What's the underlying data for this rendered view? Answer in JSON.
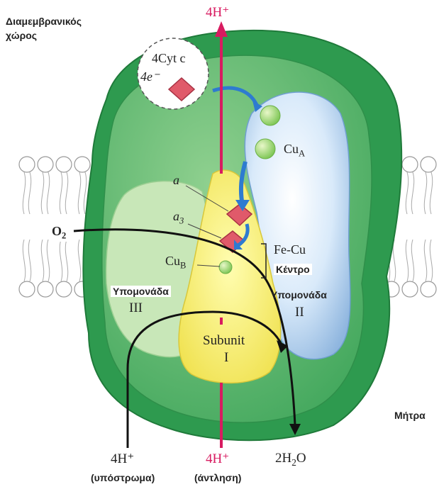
{
  "labels": {
    "intermembrane_space": [
      "Διαμεμβρανικός",
      "χώρος"
    ],
    "matrix": "Μήτρα",
    "top_protons": "4H⁺",
    "cyt_c": "4Cyt c",
    "electrons": "4e⁻",
    "cua": "Cu",
    "cua_sub": "A",
    "a": "a",
    "a3": "a",
    "a3_sub": "3",
    "o2": "O",
    "o2_sub": "2",
    "cub": "Cu",
    "cub_sub": "B",
    "fecu": "Fe-Cu",
    "center": "Κέντρο",
    "subunit3_word": "Υπομονάδα",
    "subunit3_num": "III",
    "subunit2_word": "Υπομονάδα",
    "subunit2_num": "II",
    "subunit1_word": "Subunit",
    "subunit1_num": "I",
    "bottom_substrate_h": "4H⁺",
    "bottom_substrate_caption": "(υπόστρωμα)",
    "bottom_pumped_h": "4H⁺",
    "bottom_pumped_caption": "(άντληση)",
    "water": "2H",
    "water_sub": "2",
    "water_tail": "O"
  },
  "colors": {
    "outer_green": "#2e9a4f",
    "mid_green": "#5dbb6c",
    "light_green": "#c6e6b4",
    "yellow": "#f5ec5a",
    "blue": "#cfe4f6",
    "pink_arrow": "#d81b60",
    "heme_red": "#e05a6a",
    "copper_green": "#9bd26a"
  }
}
